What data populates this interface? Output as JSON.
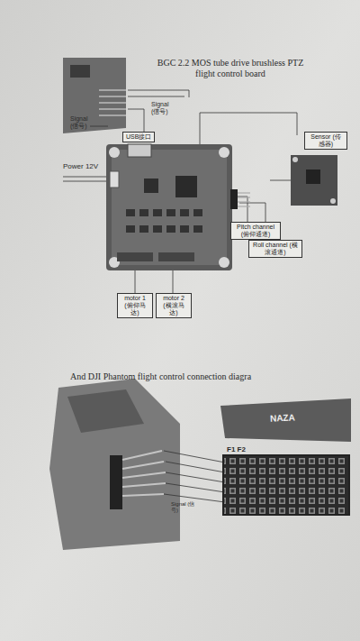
{
  "diagram": {
    "title": "BGC 2.2 MOS tube drive brushless PTZ flight control board",
    "nodes": [
      {
        "text": [
          "USB接口"
        ]
      },
      {
        "text": [
          "Sensor (传感器)"
        ]
      },
      {
        "text": [
          "Pitch channel (俯仰通道)"
        ]
      },
      {
        "text": [
          "Roll channel (横滚通道)"
        ]
      },
      {
        "text": [
          "motor 1 (俯仰马达)"
        ]
      },
      {
        "text": [
          "motor 2 (横滚马达)"
        ]
      }
    ],
    "labels": [
      "Signal (信号)",
      "Signal (信号)",
      "Power 12V",
      "And DJI Phantom flight control connection diagra",
      "NAZA",
      "F1 F2",
      "Signal (信号)"
    ]
  }
}
